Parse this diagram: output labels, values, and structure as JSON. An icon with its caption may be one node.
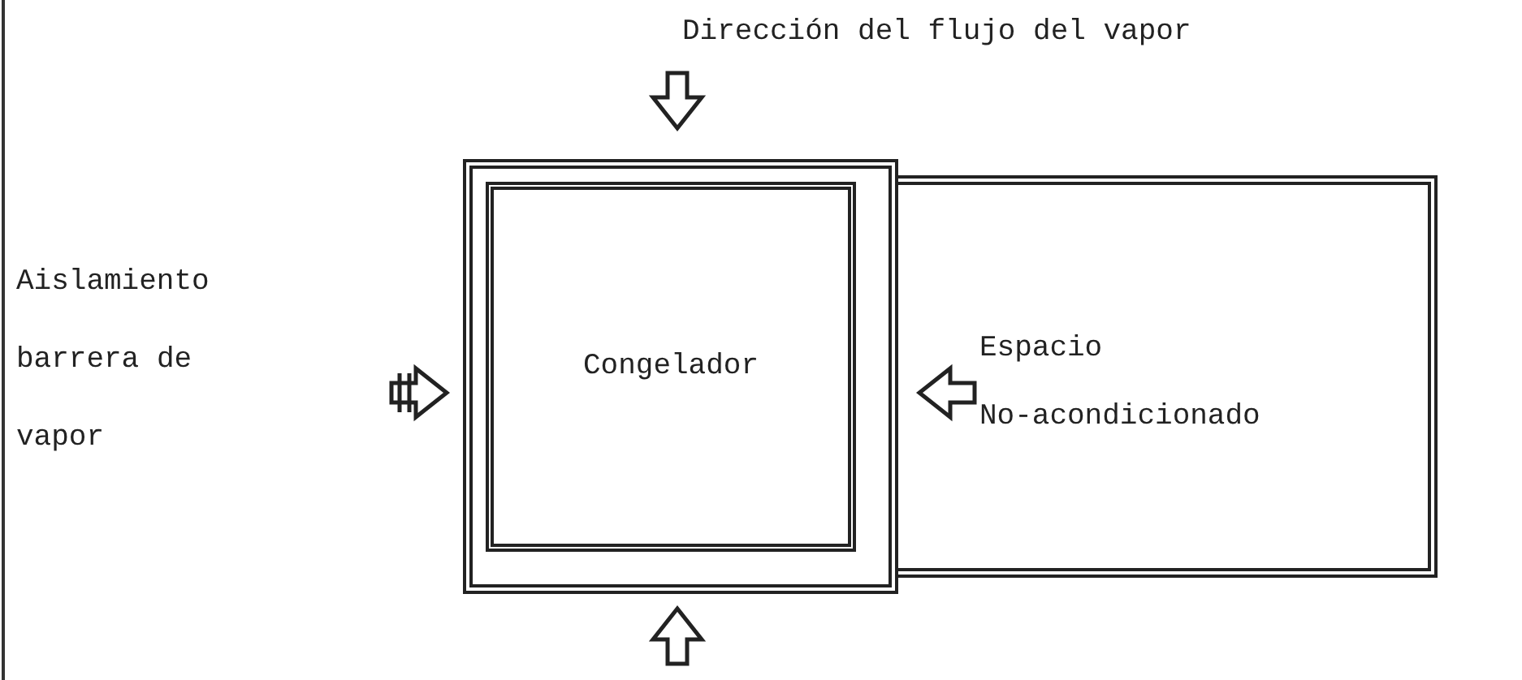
{
  "diagram": {
    "title": "Dirección del flujo del vapor",
    "nodes": [
      {
        "text": [],
        "shape": "box"
      },
      {
        "text": [
          "Congelador"
        ],
        "in": 0
      },
      {
        "text": [
          "Espacio No-acondicionado"
        ]
      }
    ],
    "labels": [
      "Aislamiento barrera de vapor"
    ]
  }
}
